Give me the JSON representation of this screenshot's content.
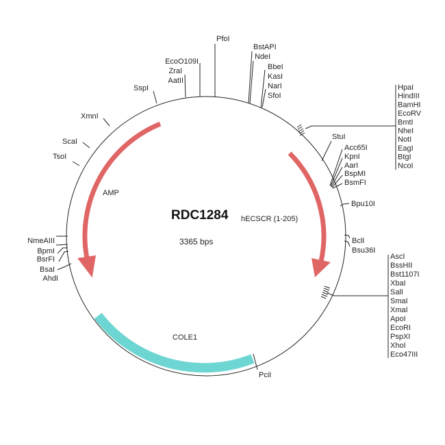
{
  "plasmid": {
    "name": "RDC1284",
    "insert": "hECSCR (1-205)",
    "size": "3365 bps"
  },
  "features": [
    {
      "label": "AMP",
      "color": "#e06666"
    },
    {
      "label": "",
      "color": "#e06666"
    },
    {
      "label": "COLE1",
      "color": "#6ed6d2"
    }
  ],
  "sites": {
    "pfoi": "PfoI",
    "eco": [
      "EcoO109I",
      "ZraI",
      "AatII"
    ],
    "sspi": "SspI",
    "bstapi": [
      "BstAPI",
      "NdeI"
    ],
    "bbei": [
      "BbeI",
      "KasI",
      "NarI",
      "SfoI"
    ],
    "mcs1": [
      "HpaI",
      "HindIII",
      "BamHI",
      "EcoRV",
      "BmtI",
      "NheI",
      "NotI",
      "EagI",
      "BtgI",
      "NcoI"
    ],
    "stui": "StuI",
    "acc": [
      "Acc65I",
      "KpnI",
      "AarI",
      "BspMI",
      "BsmFI"
    ],
    "bpu": "Bpu10I",
    "bcl": [
      "BclI",
      "Bsu36I"
    ],
    "mcs2": [
      "AscI",
      "BssHII",
      "Bst1107I",
      "XbaI",
      "SalI",
      "SmaI",
      "XmaI",
      "ApoI",
      "EcoRI",
      "PspXI",
      "XhoI",
      "Eco47III"
    ],
    "left": [
      "NmeAIII",
      "BpmI",
      "BsrFI",
      "BsaI",
      "AhdI"
    ],
    "upleft": [
      "XmnI",
      "ScaI",
      "TsoI"
    ],
    "pcii": "PciI"
  }
}
